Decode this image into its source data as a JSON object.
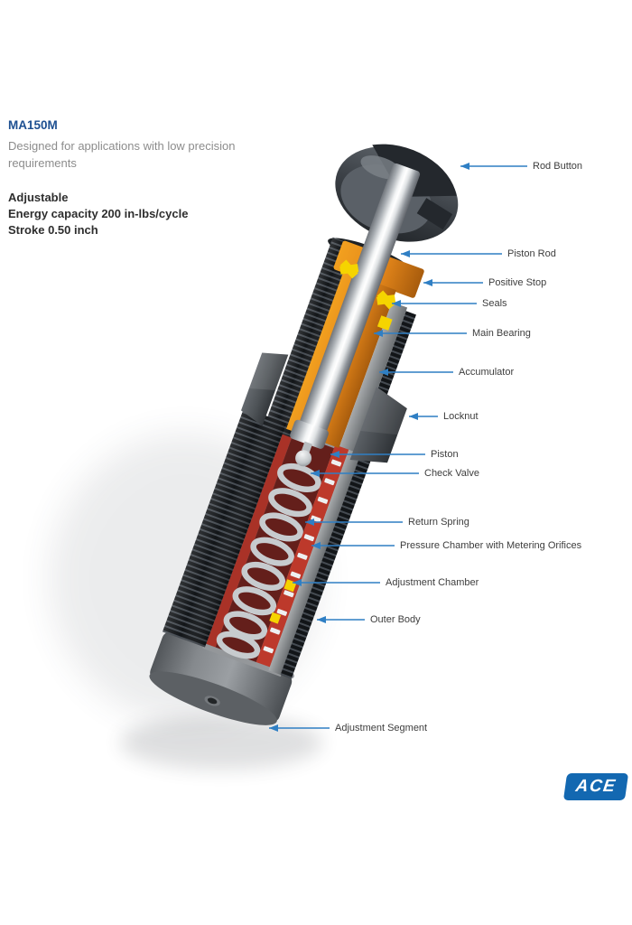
{
  "product": {
    "model": "MA150M",
    "description": "Designed for applications with low precision requirements",
    "specs": [
      "Adjustable",
      "Energy capacity 200 in-lbs/cycle",
      "Stroke 0.50 inch"
    ]
  },
  "diagram": {
    "subject": "shock-absorber-cutaway",
    "arrow_color": "#2f7fc4",
    "labels": [
      {
        "text": "Rod Button"
      },
      {
        "text": "Piston Rod"
      },
      {
        "text": "Positive Stop"
      },
      {
        "text": "Seals"
      },
      {
        "text": "Main Bearing"
      },
      {
        "text": "Accumulator"
      },
      {
        "text": "Locknut"
      },
      {
        "text": "Piston"
      },
      {
        "text": "Check Valve"
      },
      {
        "text": "Return Spring"
      },
      {
        "text": "Pressure Chamber with Metering Orifices"
      },
      {
        "text": "Adjustment Chamber"
      },
      {
        "text": "Outer Body"
      },
      {
        "text": "Adjustment Segment"
      }
    ]
  },
  "logo": {
    "text": "ACE",
    "background": "#1368b1"
  },
  "colors": {
    "model_heading": "#1d4f91",
    "description_text": "#8c8c8c",
    "spec_text": "#2e2e2e",
    "label_text": "#3d3d3d",
    "bearing_orange": "#e2851a",
    "seal_yellow": "#f5d400",
    "chamber_red": "#bd392b"
  }
}
